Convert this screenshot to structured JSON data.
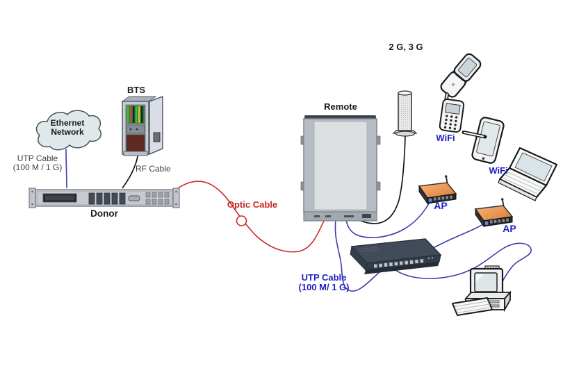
{
  "diagram": {
    "type": "network-topology",
    "labels": {
      "ethernet_cloud": {
        "line1": "Ethernet",
        "line2": "Network"
      },
      "utp_donor": {
        "line1": "UTP Cable",
        "line2": "(100 M / 1 G)"
      },
      "bts": "BTS",
      "rf_cable": "RF Cable",
      "donor": "Donor",
      "optic_cable": "Optic Cable",
      "remote": "Remote",
      "radio_bands": "2 G, 3 G",
      "wifi_phone": "WiFi",
      "wifi_pda": "WiFi",
      "ap_1": "AP",
      "ap_2": "AP",
      "utp_remote": {
        "line1": "UTP Cable",
        "line2": "(100 M/ 1 G)"
      }
    },
    "colors": {
      "optic_cable": "#c82a2a",
      "utp_cable": "#3b3bb0",
      "rf_cable": "#161616",
      "blue_label": "#2020c0",
      "red_label": "#c82626",
      "gray_label": "#3f3f3f",
      "ap_top": "#ef9357",
      "cloud_fill": "#dfe9ec",
      "cabinet_gray": "#b6bcc4",
      "switch_body": "#414b59"
    },
    "devices": [
      {
        "id": "ethernet-cloud",
        "label": "Ethernet Network"
      },
      {
        "id": "bts-cabinet",
        "label": "BTS"
      },
      {
        "id": "donor-unit",
        "label": "Donor"
      },
      {
        "id": "remote-unit",
        "label": "Remote"
      },
      {
        "id": "omni-antenna",
        "label": "2 G, 3 G"
      },
      {
        "id": "flip-phone",
        "label": ""
      },
      {
        "id": "mobile-phone",
        "label": "WiFi"
      },
      {
        "id": "pda",
        "label": "WiFi"
      },
      {
        "id": "laptop",
        "label": ""
      },
      {
        "id": "access-point-1",
        "label": "AP"
      },
      {
        "id": "access-point-2",
        "label": "AP"
      },
      {
        "id": "ethernet-switch",
        "label": ""
      },
      {
        "id": "desktop-pc",
        "label": ""
      }
    ],
    "connections": [
      {
        "from": "ethernet-cloud",
        "to": "donor-unit",
        "cable": "UTP Cable (100 M / 1 G)"
      },
      {
        "from": "bts-cabinet",
        "to": "donor-unit",
        "cable": "RF Cable"
      },
      {
        "from": "donor-unit",
        "to": "remote-unit",
        "cable": "Optic Cable"
      },
      {
        "from": "remote-unit",
        "to": "omni-antenna"
      },
      {
        "from": "remote-unit",
        "to": "access-point-1"
      },
      {
        "from": "remote-unit",
        "to": "ethernet-switch",
        "cable": "UTP Cable (100 M/ 1 G)"
      },
      {
        "from": "ethernet-switch",
        "to": "access-point-2"
      },
      {
        "from": "ethernet-switch",
        "to": "desktop-pc"
      }
    ]
  }
}
